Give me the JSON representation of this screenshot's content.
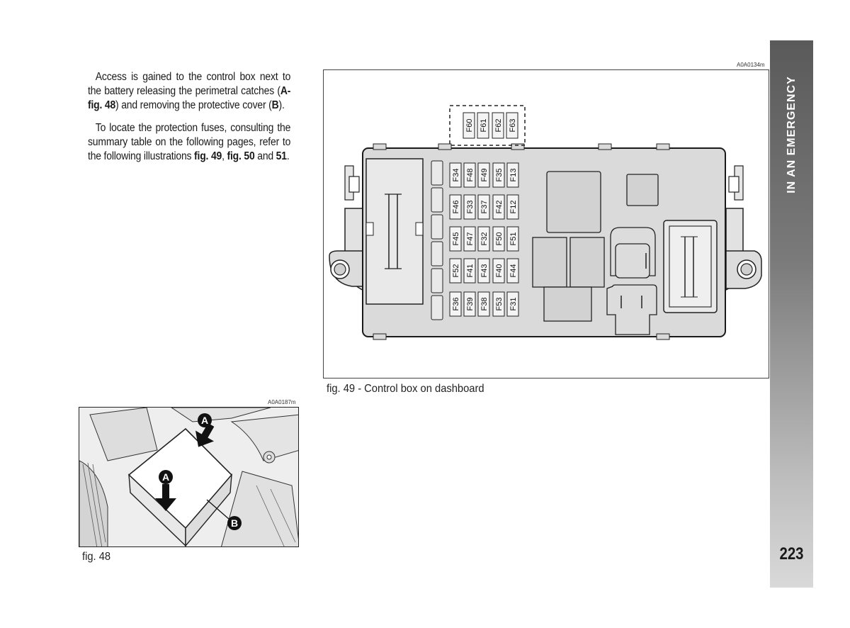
{
  "paragraphs": {
    "p1": {
      "t1": "Access is gained to the control box next to the battery releasing the perimetral catches (",
      "b1": "A-fig. 48",
      "t2": ") and removing the protective cover (",
      "b2": "B",
      "t3": ")."
    },
    "p2": {
      "t1": "To locate the protection fuses, consulting the summary table on the following pages, refer to the following illustrations ",
      "b1": "fig. 49",
      "t2": ", ",
      "b2": "fig. 50",
      "t3": " and ",
      "b3": "51",
      "t4": "."
    }
  },
  "figure49": {
    "code": "A0A0134m",
    "caption": "fig. 49 - Control box on dashboard",
    "top_fuses": [
      "F60",
      "F61",
      "F62",
      "F63"
    ],
    "fuse_rows": [
      [
        "F34",
        "F48",
        "F49",
        "F35",
        "F13"
      ],
      [
        "F46",
        "F33",
        "F37",
        "F42",
        "F12"
      ],
      [
        "F45",
        "F47",
        "F32",
        "F50",
        "F51"
      ],
      [
        "F52",
        "F41",
        "F43",
        "F40",
        "F44"
      ],
      [
        "F36",
        "F39",
        "F38",
        "F53",
        "F31"
      ]
    ]
  },
  "figure48": {
    "code": "A0A0187m",
    "caption": "fig. 48",
    "label_a": "A",
    "label_b": "B"
  },
  "sidebar": {
    "title": "IN AN EMERGENCY",
    "page_number": "223"
  }
}
